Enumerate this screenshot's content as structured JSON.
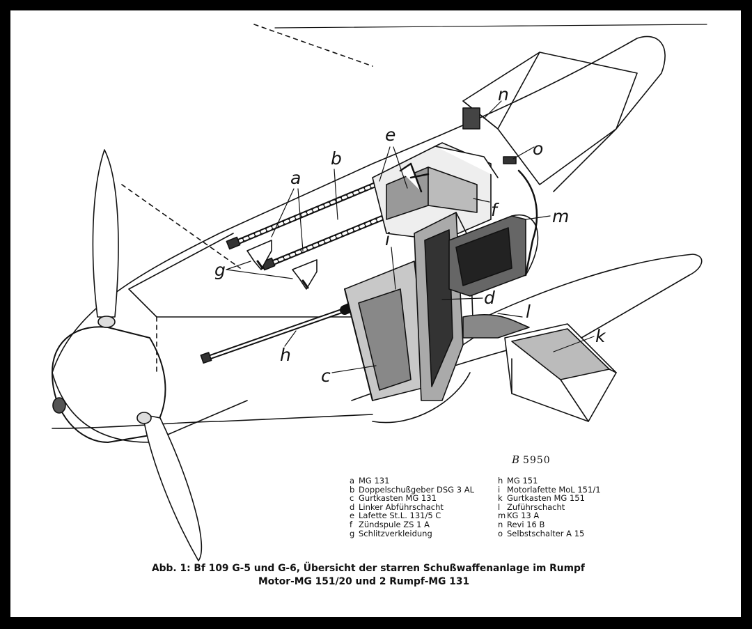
{
  "figure": {
    "drawing_number_prefix": "B",
    "drawing_number": "5950",
    "caption_line1": "Abb. 1: Bf 109 G-5 und G-6, Übersicht der starren Schußwaffenanlage im Rumpf",
    "caption_line2": "Motor-MG 151/20 und 2 Rumpf-MG 131"
  },
  "callouts": [
    {
      "letter": "a"
    },
    {
      "letter": "b"
    },
    {
      "letter": "e"
    },
    {
      "letter": "n"
    },
    {
      "letter": "o"
    },
    {
      "letter": "m"
    },
    {
      "letter": "f"
    },
    {
      "letter": "i"
    },
    {
      "letter": "g"
    },
    {
      "letter": "d"
    },
    {
      "letter": "l"
    },
    {
      "letter": "k"
    },
    {
      "letter": "h"
    },
    {
      "letter": "c"
    }
  ],
  "legend": {
    "left": [
      {
        "key": "a",
        "text": "MG 131"
      },
      {
        "key": "b",
        "text": "Doppelschußgeber DSG 3 AL"
      },
      {
        "key": "c",
        "text": "Gurtkasten MG 131"
      },
      {
        "key": "d",
        "text": "Linker Abführschacht"
      },
      {
        "key": "e",
        "text": "Lafette St.L. 131/5 C"
      },
      {
        "key": "f",
        "text": "Zündspule ZS 1 A"
      },
      {
        "key": "g",
        "text": "Schlitzverkleidung"
      }
    ],
    "right": [
      {
        "key": "h",
        "text": "MG 151"
      },
      {
        "key": "i",
        "text": "Motorlafette MoL 151/1"
      },
      {
        "key": "k",
        "text": "Gurtkasten MG 151"
      },
      {
        "key": "l",
        "text": "Zuführschacht"
      },
      {
        "key": "m",
        "text": "KG 13 A"
      },
      {
        "key": "n",
        "text": "Revi 16 B"
      },
      {
        "key": "o",
        "text": "Selbstschalter A 15"
      }
    ]
  }
}
